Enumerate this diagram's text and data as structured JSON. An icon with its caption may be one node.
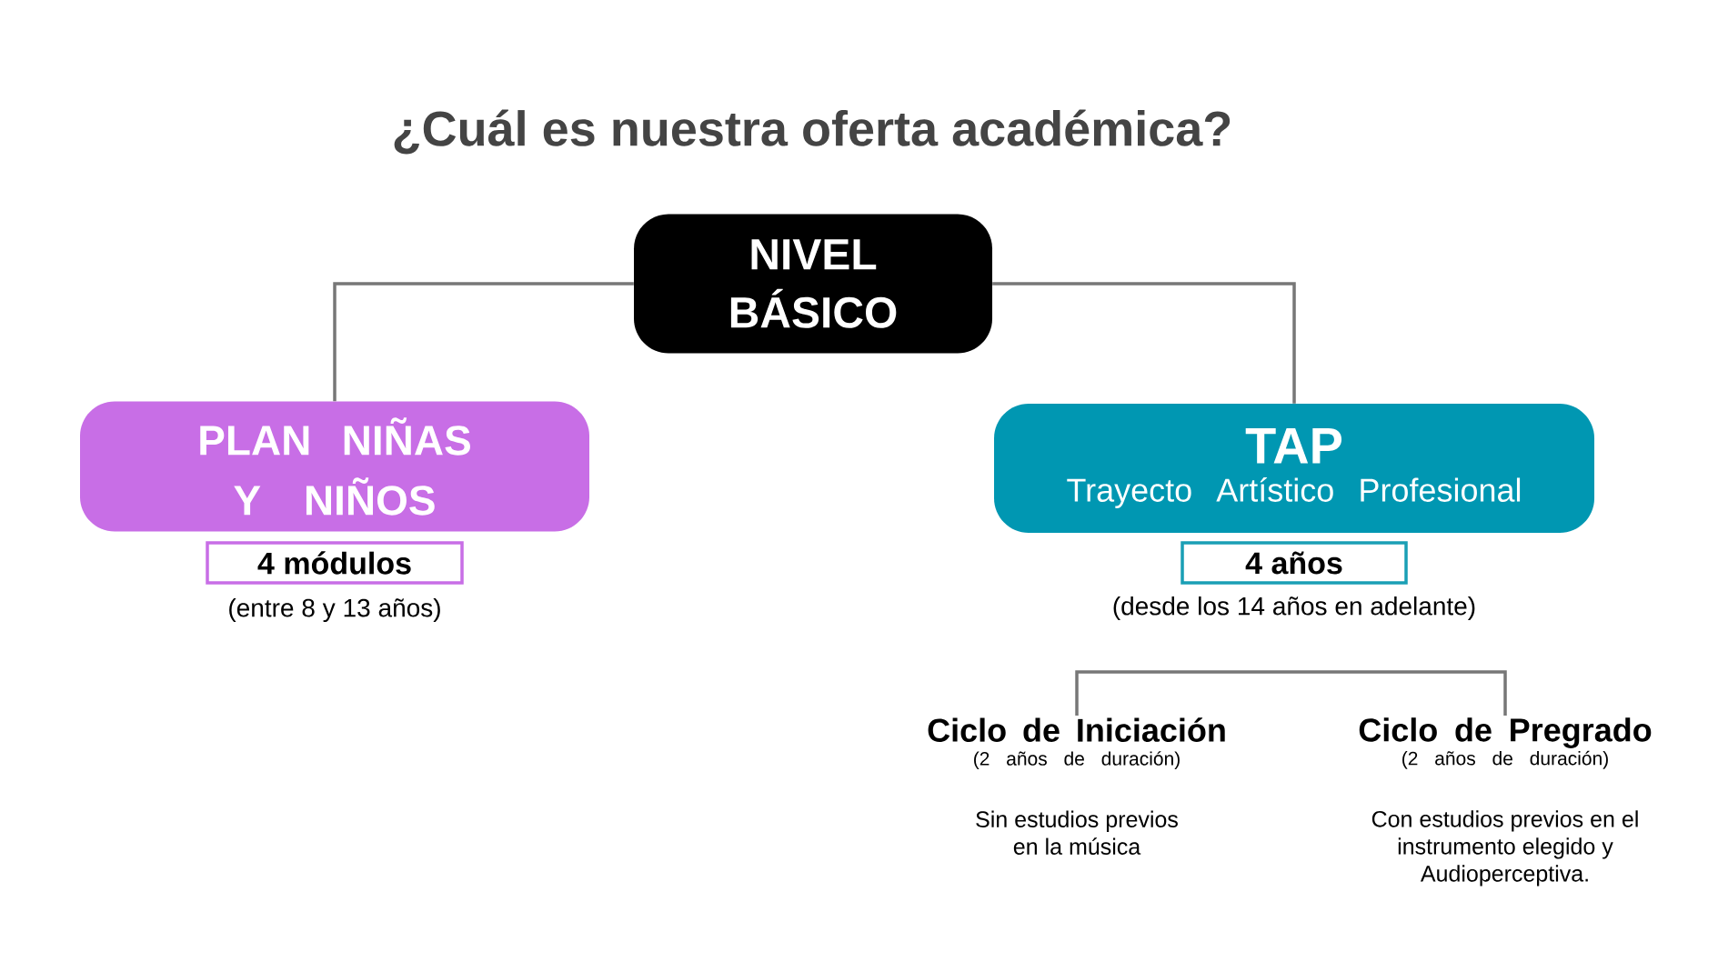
{
  "diagram": {
    "title": "¿Cuál es nuestra oferta académica?",
    "nodes": [
      {
        "text": [
          "NIVEL BÁSICO"
        ]
      },
      {
        "text": [
          "PLAN NIÑAS Y NIÑOS"
        ]
      },
      {
        "text": [
          "TAP",
          "Trayecto Artístico Profesional"
        ]
      },
      {
        "text": [
          "4 módulos"
        ],
        "beside": [
          "(entre 8 y 13 años)"
        ]
      },
      {
        "text": [
          "4 años"
        ],
        "beside": [
          "(desde los 14 años en adelante)"
        ]
      },
      {
        "text": [
          "Ciclo de Iniciación",
          "(2 años de duración)",
          "Sin estudios previos en la música"
        ]
      },
      {
        "text": [
          "Ciclo de Pregrado",
          "(2 años de duración)",
          "Con estudios previos en el instrumento elegido y Audioperceptiva."
        ]
      }
    ],
    "edges": [
      {
        "from": 0,
        "to": 1,
        "arrow": "none"
      },
      {
        "from": 0,
        "to": 2,
        "arrow": "none"
      },
      {
        "from": 5,
        "to": 6,
        "arrow": "none"
      }
    ]
  }
}
